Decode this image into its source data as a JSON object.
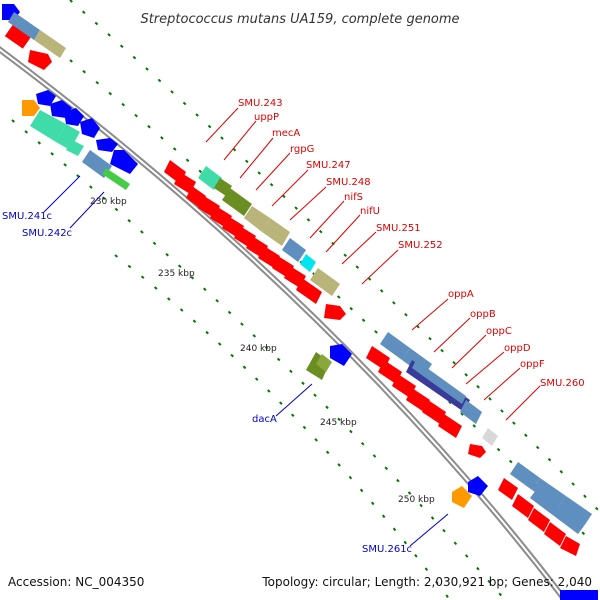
{
  "title": "Streptococcus mutans UA159, complete genome",
  "footer": {
    "accession": "Accession: NC_004350",
    "summary": "Topology: circular; Length: 2,030,921 bp; Genes: 2,040"
  },
  "ticks": [
    "230 kbp",
    "235 kbp",
    "240 kbp",
    "245 kbp",
    "250 kbp"
  ],
  "labels": {
    "SMU_243": "SMU.243",
    "uppP": "uppP",
    "mecA": "mecA",
    "rgpG": "rgpG",
    "SMU_247": "SMU.247",
    "SMU_248": "SMU.248",
    "nifS": "nifS",
    "nifU": "nifU",
    "SMU_251": "SMU.251",
    "SMU_252": "SMU.252",
    "oppA": "oppA",
    "oppB": "oppB",
    "oppC": "oppC",
    "oppD": "oppD",
    "oppF": "oppF",
    "SMU_260": "SMU.260",
    "SMU_241c": "SMU.241c",
    "SMU_242c": "SMU.242c",
    "dacA": "dacA",
    "SMU_261c": "SMU.261c"
  },
  "colors": {
    "backbone": "#8c8c8c",
    "gene_red": "#ff0000",
    "cds_blue": "#5f8fbf",
    "cds_tan": "#b8b47a",
    "cds_aqua": "#3fdcaa",
    "cds_cyan": "#00e5ee",
    "cds_olive": "#6b8e23",
    "cds_navy": "#3a3a9a",
    "cds_orange": "#ff9900",
    "label_red": "#e00000",
    "label_blue": "#0000cc",
    "dot_green": "#007700"
  }
}
